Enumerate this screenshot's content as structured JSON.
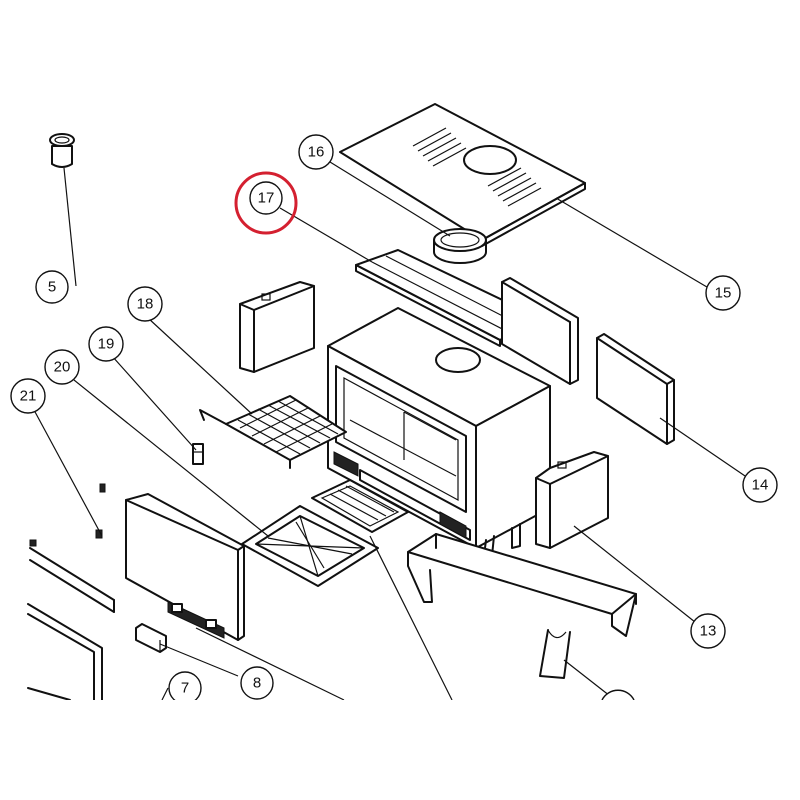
{
  "highlight": {
    "label": "17",
    "color": "#d42030"
  },
  "callouts": [
    {
      "id": "5",
      "label": "5"
    },
    {
      "id": "7",
      "label": "7"
    },
    {
      "id": "8",
      "label": "8"
    },
    {
      "id": "13",
      "label": "13"
    },
    {
      "id": "14",
      "label": "14"
    },
    {
      "id": "15",
      "label": "15"
    },
    {
      "id": "16",
      "label": "16"
    },
    {
      "id": "17",
      "label": "17"
    },
    {
      "id": "18",
      "label": "18"
    },
    {
      "id": "19",
      "label": "19"
    },
    {
      "id": "20",
      "label": "20"
    },
    {
      "id": "21",
      "label": "21"
    }
  ]
}
